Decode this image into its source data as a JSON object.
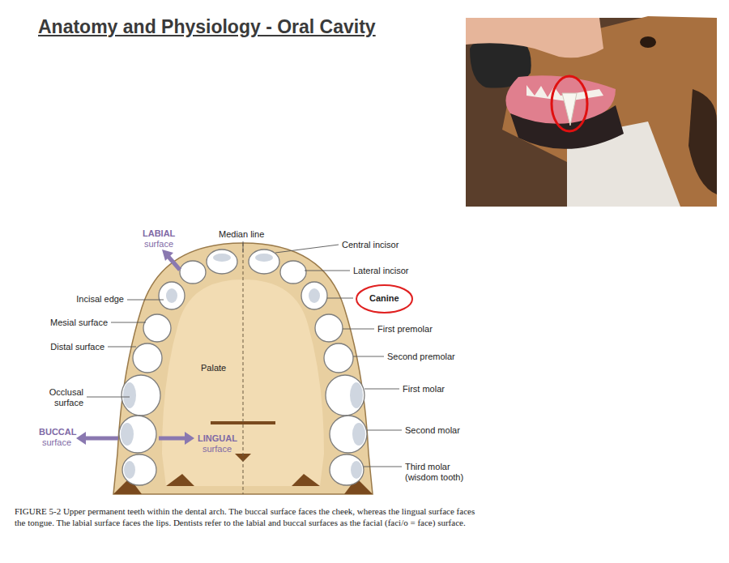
{
  "diagram": {
    "title": "Anatomy and Physiology - Oral Cavity",
    "caption": "FIGURE 5-2 Upper permanent teeth within the dental arch. The buccal surface faces the cheek, whereas the lingual surface faces the tongue. The labial surface faces the lips. Dentists refer to the labial and buccal surfaces as the facial (faci/o = face) surface.",
    "nodes": [
      {
        "text": [
          "Canine"
        ]
      }
    ],
    "labels": [
      "LABIAL",
      "surface",
      "Median line",
      "Central incisor",
      "Lateral incisor",
      "Incisal edge",
      "Mesial surface",
      "Distal surface",
      "First premolar",
      "Second premolar",
      "Palate",
      "First molar",
      "Occlusal surface",
      "Second molar",
      "BUCCAL",
      "surface",
      "LINGUAL",
      "surface",
      "Third molar (wisdom tooth)"
    ]
  }
}
